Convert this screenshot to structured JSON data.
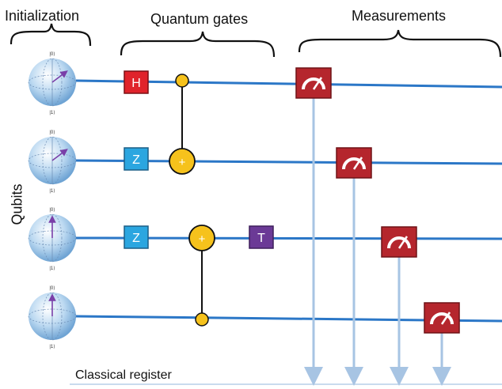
{
  "sections": {
    "initialization": "Initialization",
    "gates": "Quantum gates",
    "measurements": "Measurements"
  },
  "qubits_label": "Qubits",
  "register_label": "Classical register",
  "bloch": {
    "ket0": "|0⟩",
    "ket1": "|1⟩"
  },
  "gates": {
    "h": "H",
    "z1": "Z",
    "z2": "Z",
    "t": "T",
    "plus1": "+",
    "plus2": "+"
  },
  "colors": {
    "wire": "#2b77c7",
    "h_gate": "#e0232b",
    "z_gate": "#2ba6e0",
    "t_gate": "#6b3a96",
    "control": "#f6c21c",
    "meter": "#b5262d",
    "register_arrow": "#a7c4e3"
  }
}
